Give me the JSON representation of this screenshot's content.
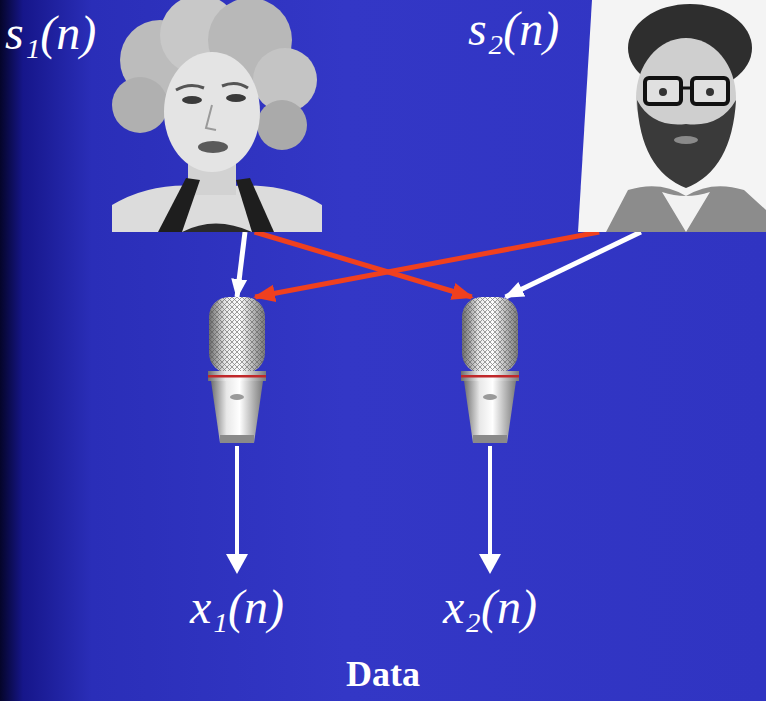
{
  "diagram": {
    "nodes": [
      {
        "text": [
          "s₁(n)"
        ]
      },
      {
        "text": [
          "s₂(n)"
        ]
      },
      {
        "text": [
          "x₁(n)"
        ]
      },
      {
        "text": [
          "x₂(n)"
        ]
      }
    ],
    "edges": [
      {
        "from": 0,
        "to": 2,
        "arrow": "to"
      },
      {
        "from": 0,
        "to": 3,
        "arrow": "to"
      },
      {
        "from": 1,
        "to": 2,
        "arrow": "to"
      },
      {
        "from": 1,
        "to": 3,
        "arrow": "to"
      }
    ],
    "labels": [
      "Data"
    ]
  }
}
